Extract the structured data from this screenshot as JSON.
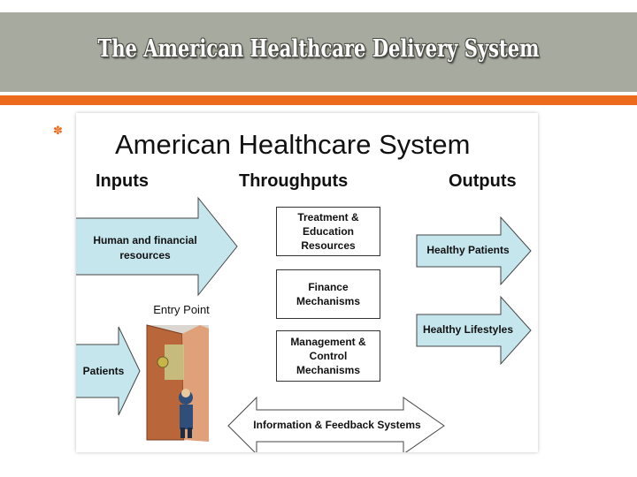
{
  "slide": {
    "title": "The American Healthcare Delivery System",
    "bullet_glyph": "✽"
  },
  "diagram": {
    "title": "American Healthcare System",
    "columns": {
      "inputs": "Inputs",
      "throughputs": "Throughputs",
      "outputs": "Outputs"
    },
    "inputs": {
      "human_financial": "Human and financial resources",
      "patients": "Patients",
      "entry_point": "Entry Point"
    },
    "throughputs": {
      "treatment": "Treatment & Education Resources",
      "finance": "Finance Mechanisms",
      "management": "Management & Control Mechanisms"
    },
    "outputs": {
      "healthy_patients": "Healthy Patients",
      "healthy_lifestyles": "Healthy Lifestyles"
    },
    "feedback": "Information & Feedback Systems"
  },
  "colors": {
    "arrow_fill": "#c6e6ee",
    "title_bar": "#a7aa9e",
    "accent": "#ec6a1c"
  }
}
